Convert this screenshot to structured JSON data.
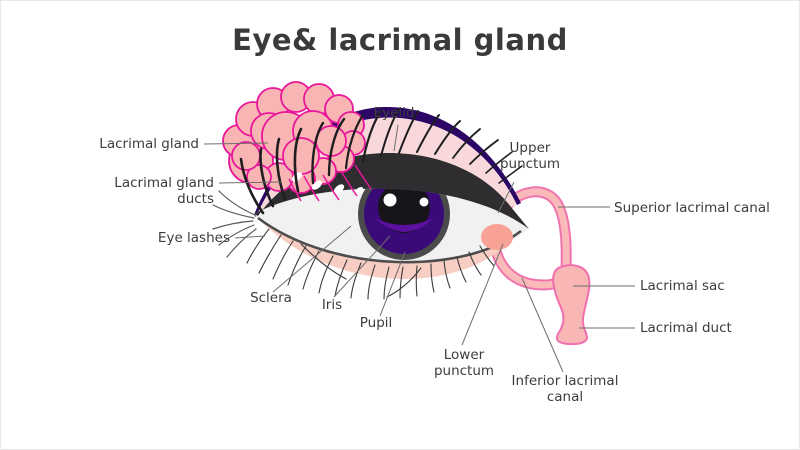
{
  "title": "Eye& lacrimal gland",
  "labels": {
    "lacrimal_gland": "Lacrimal gland",
    "lacrimal_gland_ducts": "Lacrimal gland ducts",
    "eye_lashes": "Eye lashes",
    "sclera": "Sclera",
    "iris": "Iris",
    "pupil": "Pupil",
    "eyelid": "Eyelid",
    "upper_punctum": "Upper\npunctum",
    "superior_lacrimal_canal": "Superior lacrimal canal",
    "lacrimal_sac": "Lacrimal sac",
    "lacrimal_duct": "Lacrimal duct",
    "lower_punctum": "Lower\npunctum",
    "inferior_lacrimal_canal": "Inferior lacrimal\ncanal"
  },
  "colors": {
    "label_text": "#3c3c3c",
    "leader_line": "#6e6e6e",
    "title_text": "#3a3a3a",
    "gland_fill": "#f8b5b3",
    "gland_outline": "#e8169a",
    "eyelid_purple": "#2b0666",
    "eyelid_pink": "#f8d8da",
    "lash_black": "#2f2d30",
    "sclera_white": "#f2f1f2",
    "iris_ring_gray": "#4b4b4b",
    "iris_purple": "#3a0a78",
    "pupil_black": "#171519",
    "iris_crescent_purple": "#5b109f",
    "lower_lid_peach": "#f8cdc3",
    "tear_tube_fill": "#f9bab9",
    "tear_tube_outline": "#f173ae",
    "caruncle_salmon": "#f8a195"
  }
}
